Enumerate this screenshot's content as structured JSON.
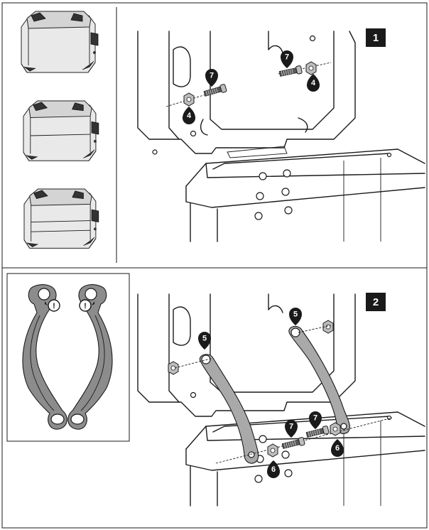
{
  "steps": [
    {
      "label": "1"
    },
    {
      "label": "2"
    }
  ],
  "callouts": {
    "screw": "7",
    "nut": "4",
    "bracket": "5",
    "washer": "6",
    "warning": "!"
  },
  "colors": {
    "ink": "#1a1a1a",
    "callout_fill": "#1a1a1a",
    "part_gray": "#8c8c8c"
  },
  "icons": [
    "warning-icon"
  ]
}
